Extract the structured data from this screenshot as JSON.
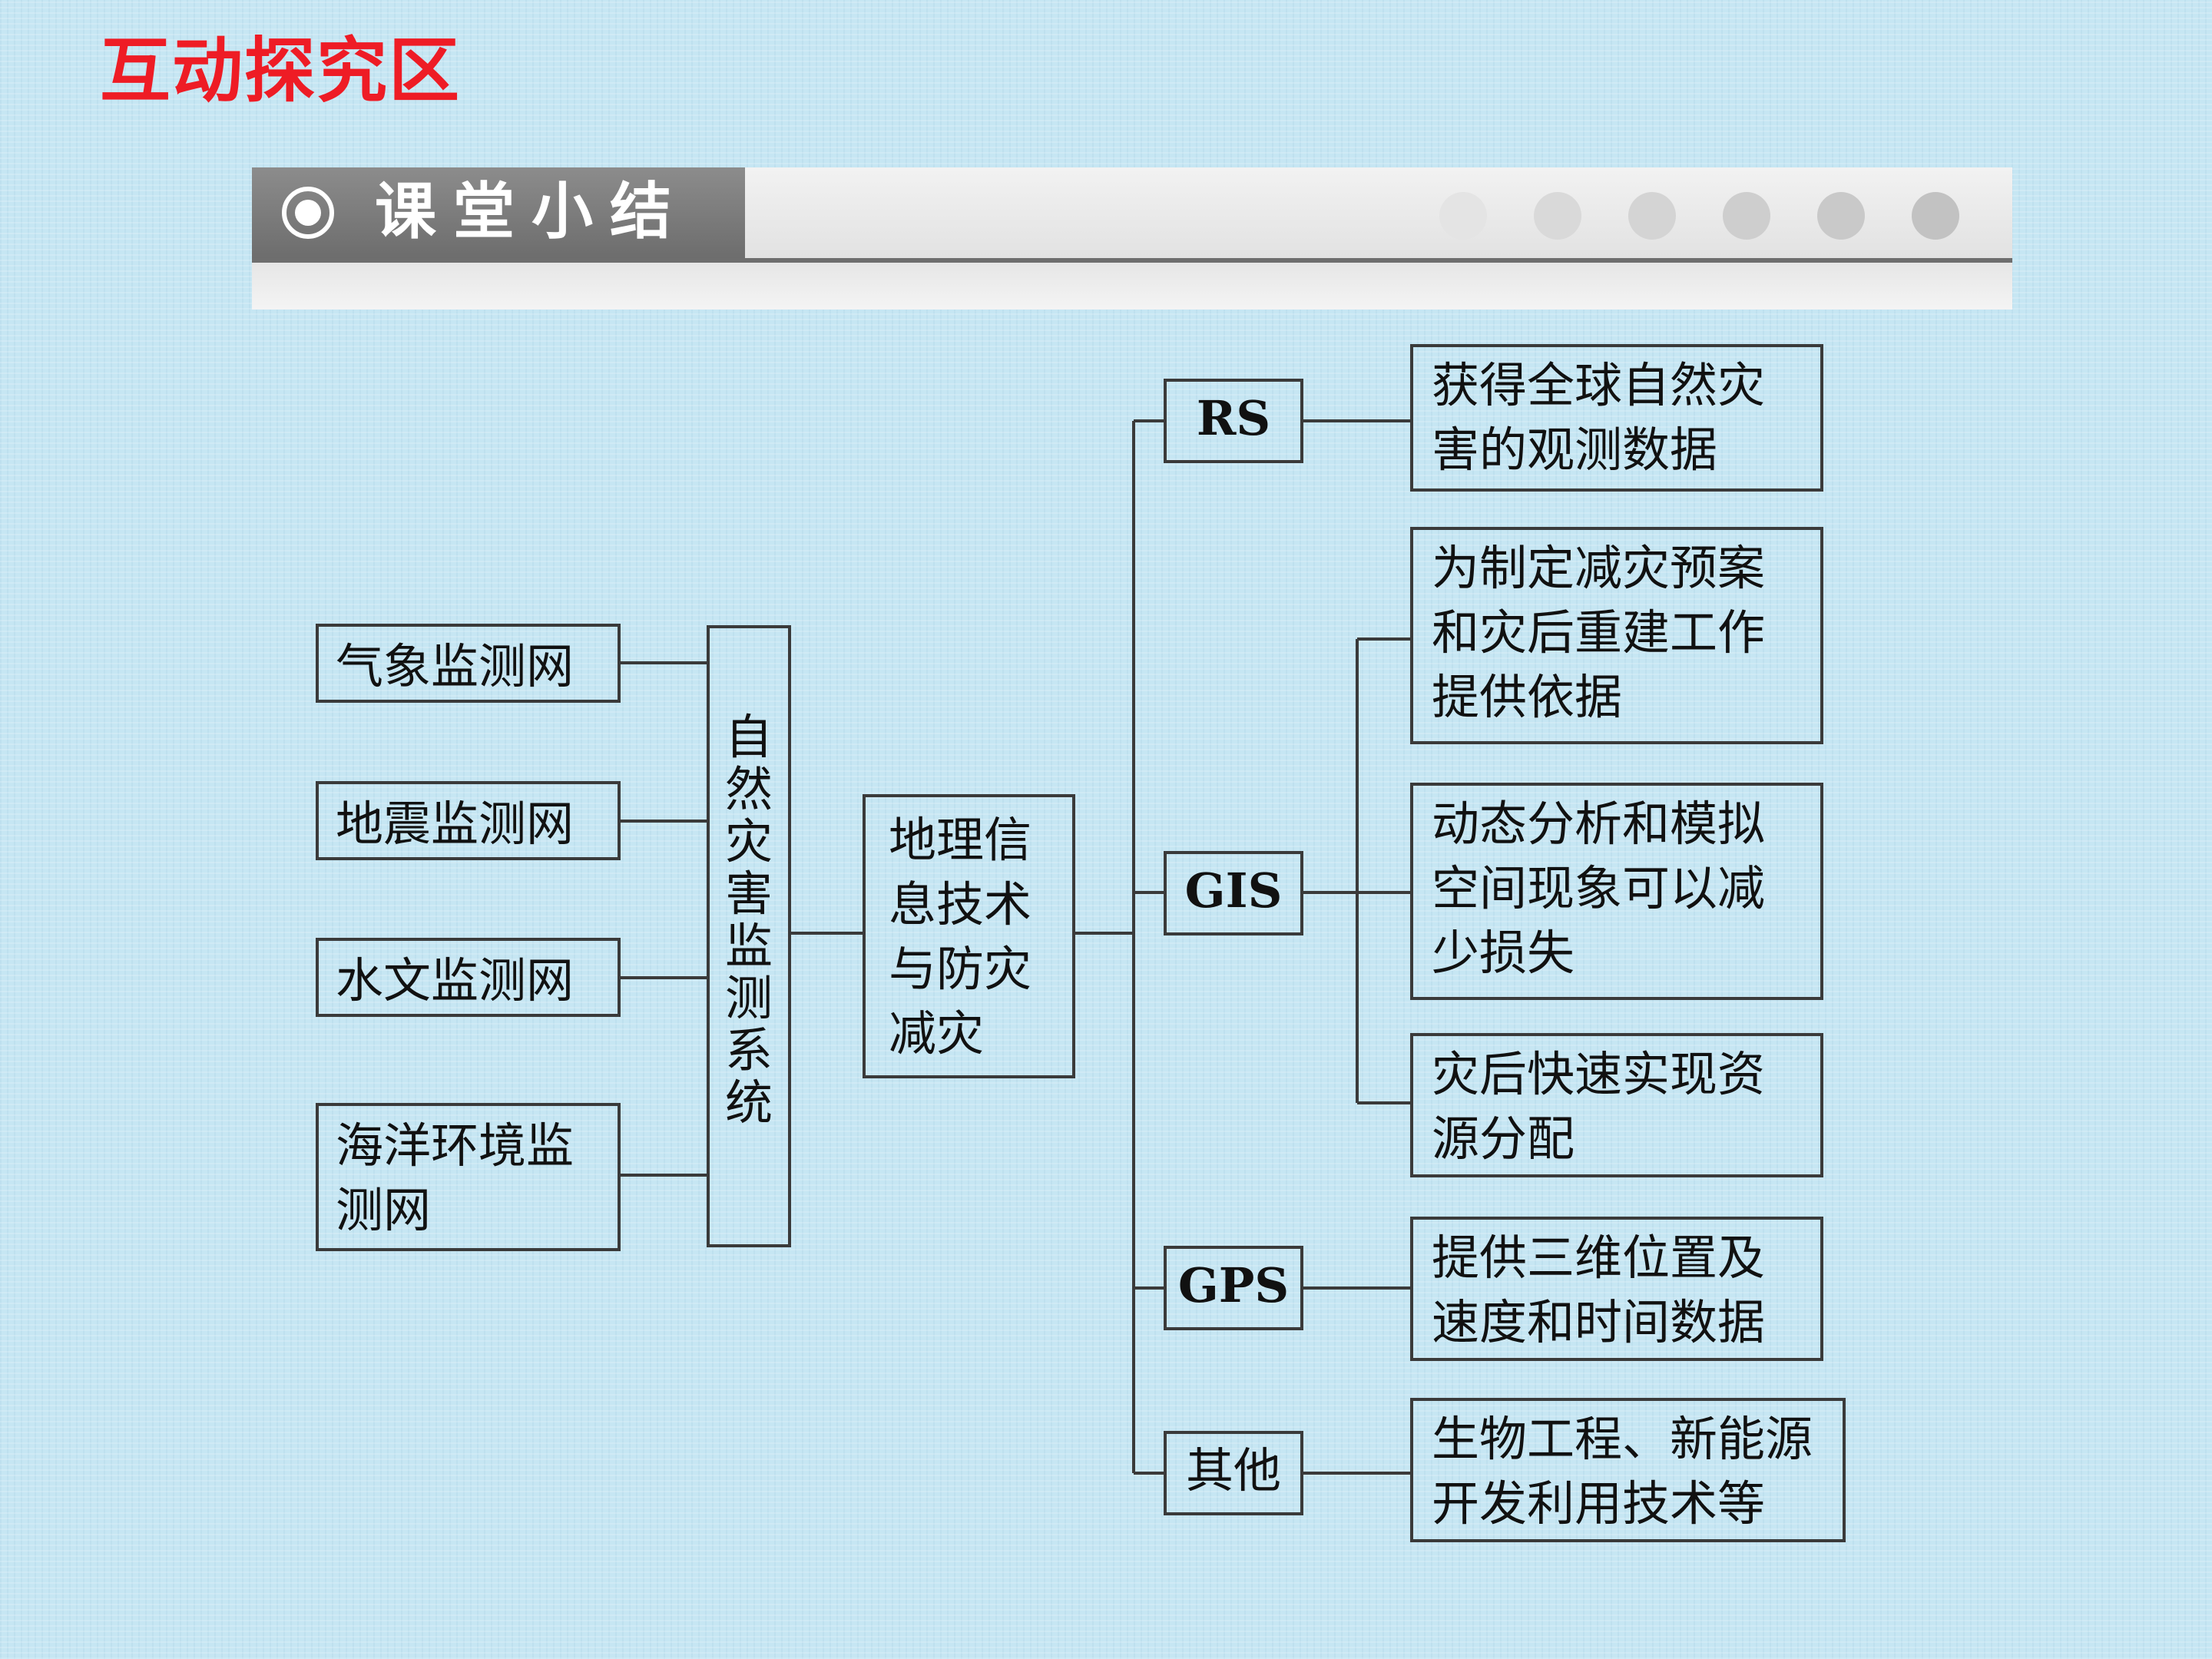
{
  "page_title": "互动探究区",
  "banner": {
    "label": "课堂小结",
    "icon": "target-icon",
    "dot_colors": [
      "#e4e4e4",
      "#d9d9d9",
      "#d4d4d4",
      "#cecece",
      "#c9c9c9",
      "#c2c2c2"
    ]
  },
  "diagram": {
    "networks": [
      "气象监测网",
      "地震监测网",
      "水文监测网",
      "海洋环境监测网"
    ],
    "monitoring_system": "自然灾害监测系统",
    "center": "地理信息技术与防灾减灾",
    "technologies": [
      "RS",
      "GIS",
      "GPS",
      "其他"
    ],
    "descriptions": {
      "rs": "获得全球自然灾害的观测数据",
      "gis": [
        "为制定减灾预案和灾后重建工作提供依据",
        "动态分析和模拟空间现象可以减少损失",
        "灾后快速实现资源分配"
      ],
      "gps": "提供三维位置及速度和时间数据",
      "other": "生物工程、新能源开发利用技术等"
    }
  },
  "colors": {
    "title": "#ee1c25",
    "background": "#c6e6f3",
    "line": "#3a3a3a"
  }
}
